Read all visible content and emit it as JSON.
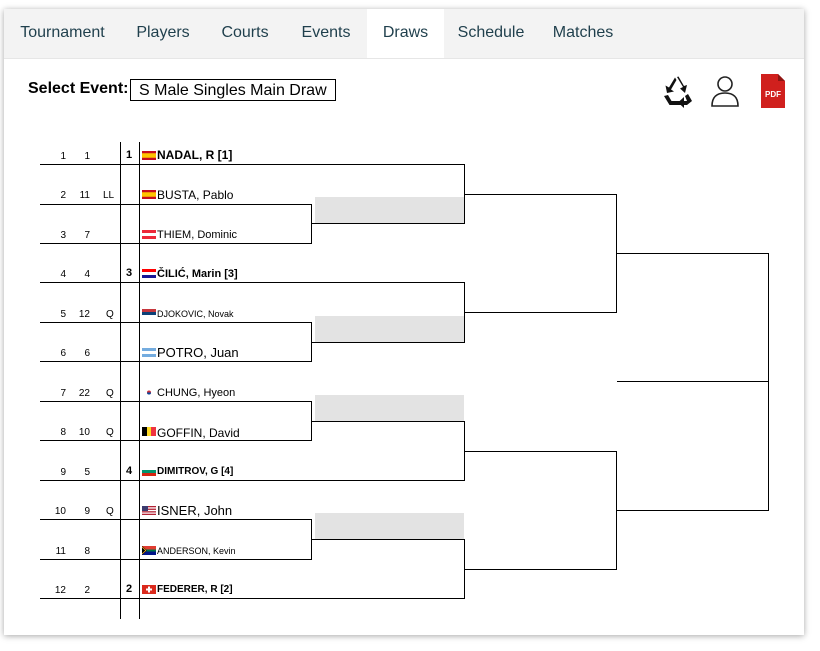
{
  "tabs": [
    {
      "label": "Tournament"
    },
    {
      "label": "Players"
    },
    {
      "label": "Courts"
    },
    {
      "label": "Events"
    },
    {
      "label": "Draws",
      "active": true
    },
    {
      "label": "Schedule"
    },
    {
      "label": "Matches"
    }
  ],
  "event_selector": {
    "label": "Select Event:",
    "value": "S Male Singles Main Draw"
  },
  "tools": {
    "recycle_icon": "recycle-icon",
    "user_icon": "user-icon",
    "pdf_label": "PDF"
  },
  "draw": [
    {
      "draw_pos": "1",
      "rank": "1",
      "entry": "",
      "seed": "1",
      "name": "NADAL, R [1]",
      "flag": "ESP"
    },
    {
      "draw_pos": "2",
      "rank": "11",
      "entry": "LL",
      "seed": "",
      "name": "BUSTA, Pablo",
      "flag": "ESP"
    },
    {
      "draw_pos": "3",
      "rank": "7",
      "entry": "",
      "seed": "",
      "name": "THIEM, Dominic",
      "flag": "AUT"
    },
    {
      "draw_pos": "4",
      "rank": "4",
      "entry": "",
      "seed": "3",
      "name": "ČILIĆ, Marin [3]",
      "flag": "CRO"
    },
    {
      "draw_pos": "5",
      "rank": "12",
      "entry": "Q",
      "seed": "",
      "name": "DJOKOVIC, Novak",
      "flag": "SRB"
    },
    {
      "draw_pos": "6",
      "rank": "6",
      "entry": "",
      "seed": "",
      "name": "POTRO, Juan",
      "flag": "ARG"
    },
    {
      "draw_pos": "7",
      "rank": "22",
      "entry": "Q",
      "seed": "",
      "name": "CHUNG, Hyeon",
      "flag": "KOR"
    },
    {
      "draw_pos": "8",
      "rank": "10",
      "entry": "Q",
      "seed": "",
      "name": "GOFFIN, David",
      "flag": "BEL"
    },
    {
      "draw_pos": "9",
      "rank": "5",
      "entry": "",
      "seed": "4",
      "name": "DIMITROV, G [4]",
      "flag": "BUL"
    },
    {
      "draw_pos": "10",
      "rank": "9",
      "entry": "Q",
      "seed": "",
      "name": "ISNER, John",
      "flag": "USA"
    },
    {
      "draw_pos": "11",
      "rank": "8",
      "entry": "",
      "seed": "",
      "name": "ANDERSON, Kevin",
      "flag": "RSA"
    },
    {
      "draw_pos": "12",
      "rank": "2",
      "entry": "",
      "seed": "2",
      "name": "FEDERER, R [2]",
      "flag": "SUI"
    }
  ]
}
